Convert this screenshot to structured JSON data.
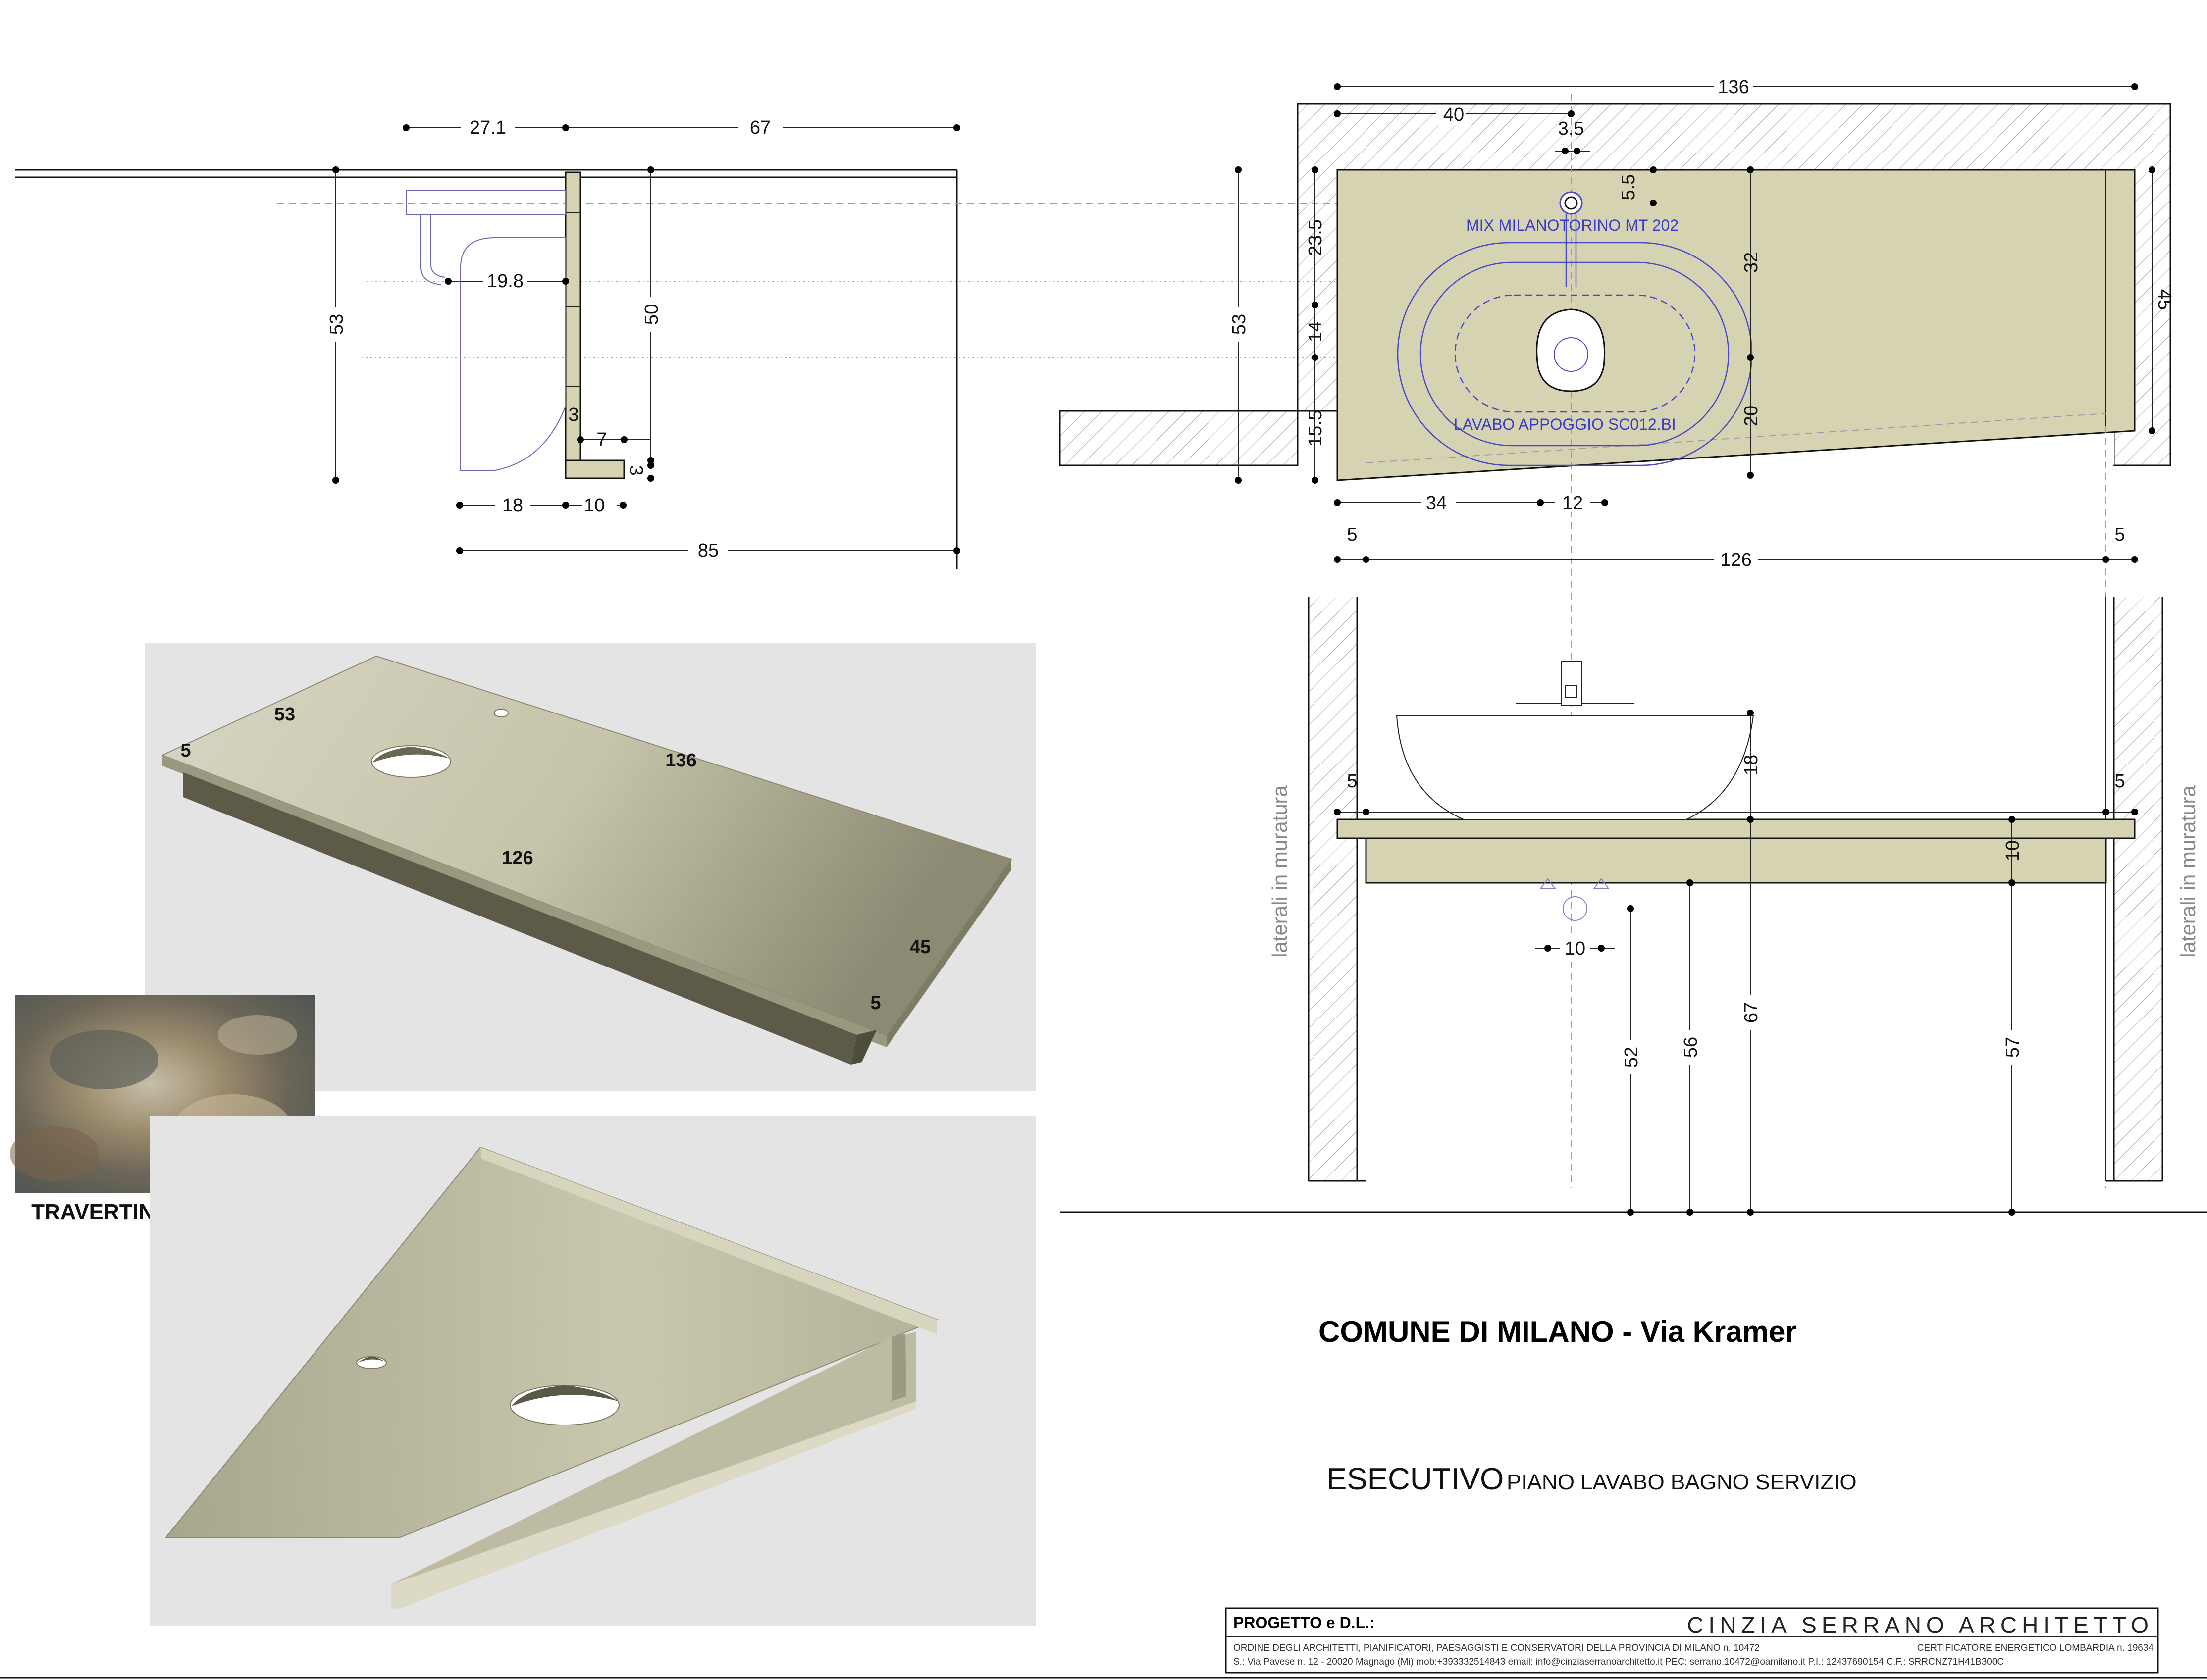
{
  "plan_top": {
    "overall_width": "136",
    "offset_left": "40",
    "hole_offset": "3.5",
    "hole_setback": "5.5",
    "depth_left": "23.5",
    "depth_mid": "14",
    "depth_low": "15.5",
    "depth_total": "53",
    "depth_right": "45",
    "basin_back": "32",
    "basin_front": "20",
    "front_a": "34",
    "front_b": "12",
    "left_margin": "5",
    "right_margin": "5",
    "inner_width": "126",
    "mixer_label": "MIX  MILANOTORINO MT 202",
    "basin_label": "LAVABO APPOGGIO SC012.BI"
  },
  "section_side": {
    "top_a": "27.1",
    "top_b": "67",
    "height_total": "53",
    "height_inner": "50",
    "spout": "19.8",
    "thick": "3",
    "lip": "7",
    "lip_small": "3",
    "base_a": "18",
    "base_b": "10",
    "overall": "85"
  },
  "elevation": {
    "wall_label": "laterali in muratura",
    "left_margin": "5",
    "right_margin": "5",
    "basin_height": "18",
    "slab_thickness": "10",
    "trap_spacing": "10",
    "h_52": "52",
    "h_56": "56",
    "h_67": "67",
    "h_57": "57"
  },
  "iso_view": {
    "d53": "53",
    "d5a": "5",
    "d136": "136",
    "d126": "126",
    "d45": "45",
    "d5b": "5"
  },
  "material": {
    "label": "TRAVERTINO NUVOLATO"
  },
  "project": {
    "title": "COMUNE DI MILANO - Via Kramer",
    "phase": "ESECUTIVO",
    "phase_detail": "PIANO LAVABO BAGNO SERVIZIO"
  },
  "title_block": {
    "label": "PROGETTO e D.L.:",
    "firm": "CINZIA SERRANO ARCHITETTO",
    "line1_left": "ORDINE DEGLI ARCHITETTI, PIANIFICATORI, PAESAGGISTI E CONSERVATORI DELLA PROVINCIA DI MILANO n. 10472",
    "line1_right": "CERTIFICATORE ENERGETICO LOMBARDIA n. 19634",
    "line2": "S.: Via Pavese n. 12 - 20020 Magnago (Mi) mob:+393332514843 email: info@cinziaserranoarchitetto.it PEC: serrano.10472@oamilano.it P.I.: 12437690154 C.F.: SRRCNZ71H41B300C"
  },
  "colors": {
    "stone": "#d6d3b2",
    "dimension_blue": "#4848c8",
    "panel_grey": "#e4e4e4"
  }
}
